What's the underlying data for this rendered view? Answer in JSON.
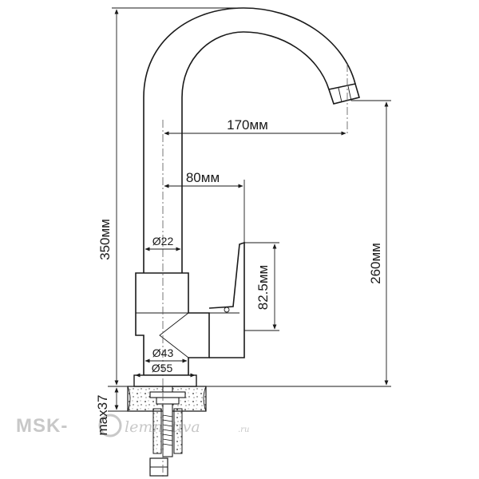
{
  "dimensions": {
    "height_total": "350мм",
    "spout_reach": "170мм",
    "handle_offset": "80мм",
    "spout_height": "260мм",
    "handle_height": "82.5мм",
    "spout_diameter": "Ø22",
    "base_diameter_inner": "Ø43",
    "base_diameter_outer": "Ø55",
    "max_counter_thickness": "max37"
  },
  "watermark": {
    "brand": "MSK-",
    "script": "lemnativa",
    "suffix": ".ru"
  },
  "colors": {
    "line": "#1a1a1a",
    "watermark": "#c8c8c8"
  }
}
